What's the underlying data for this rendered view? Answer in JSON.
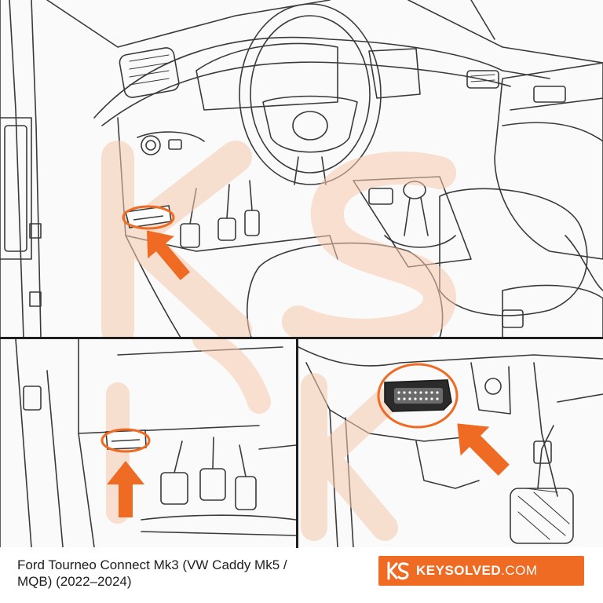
{
  "caption": {
    "line1": "Ford Tourneo Connect Mk3 (VW Caddy Mk5 /",
    "line2": "MQB) (2022–2024)"
  },
  "brand": {
    "name": "KEYSOLVED",
    "suffix": ".COM",
    "color": "#ef6a23"
  },
  "colors": {
    "accent": "#ef6a23",
    "line": "#3a3a3a",
    "watermark": "#f6c9ad"
  },
  "icons": {
    "arrow": "arrow-icon",
    "logo": "keysolved-logo-icon",
    "highlight": "highlight-circle-icon"
  }
}
